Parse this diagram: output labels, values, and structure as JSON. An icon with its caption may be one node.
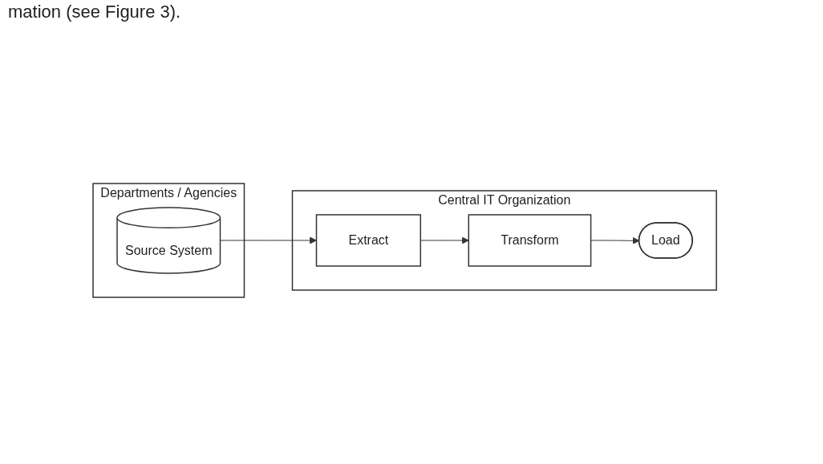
{
  "diagram": {
    "nodes": [
      {
        "text": [
          "Departments / Agencies"
        ]
      },
      {
        "text": [
          "Source System"
        ],
        "in": 0
      },
      {
        "text": [
          "Central IT Organization"
        ]
      },
      {
        "text": [
          "Extract"
        ],
        "in": 2
      },
      {
        "text": [
          "Transform"
        ],
        "in": 2
      },
      {
        "text": [
          "Load"
        ],
        "in": 2
      }
    ],
    "edges": [
      {
        "from": 1,
        "to": 3,
        "arrow": "to"
      },
      {
        "from": 3,
        "to": 4,
        "arrow": "to"
      },
      {
        "from": 4,
        "to": 5,
        "arrow": "to"
      }
    ],
    "labels": [
      "mation (see Figure 3)."
    ]
  }
}
